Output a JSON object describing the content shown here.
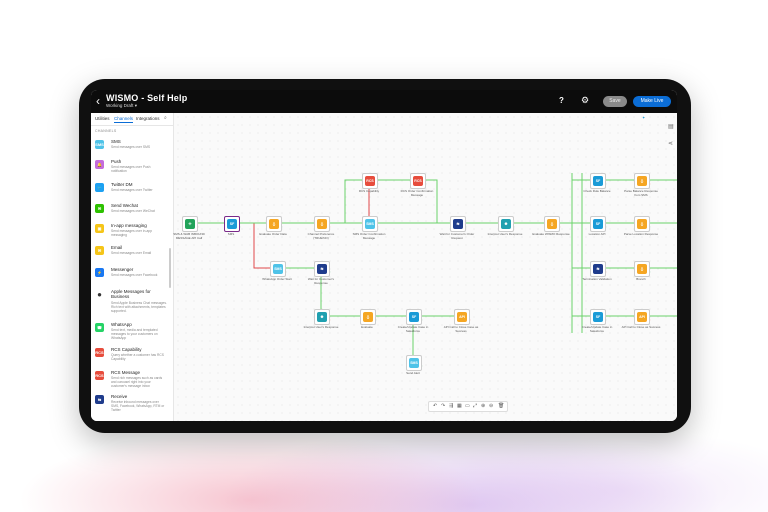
{
  "header": {
    "title": "WISMO - Self Help",
    "subtitle": "Working Draft",
    "save_label": "Save",
    "golive_label": "Make Live"
  },
  "sidebar": {
    "tabs": [
      "Utilities",
      "Channels",
      "Integrations"
    ],
    "active_tab": "Channels",
    "section_label": "CHANNELS",
    "items": [
      {
        "title": "SMS",
        "desc": "Send messages over SMS",
        "icon": "sms-icon",
        "color": "#4fc3e8"
      },
      {
        "title": "Push",
        "desc": "Send messages over Push notification",
        "icon": "bell-icon",
        "color": "#c46cdc"
      },
      {
        "title": "Twitter DM",
        "desc": "Send messages over Twitter",
        "icon": "twitter-icon",
        "color": "#1da1f2"
      },
      {
        "title": "Send Wechat",
        "desc": "Send messages over WeChat",
        "icon": "wechat-icon",
        "color": "#2dc100"
      },
      {
        "title": "In-app messaging",
        "desc": "Send messages over in-app messaging",
        "icon": "inapp-icon",
        "color": "#f5c518"
      },
      {
        "title": "Email",
        "desc": "Send messages over Email",
        "icon": "email-icon",
        "color": "#f5c518"
      },
      {
        "title": "Messenger",
        "desc": "Send messages over Facebook",
        "icon": "messenger-icon",
        "color": "#1877f2"
      },
      {
        "title": "Apple Messages for Business",
        "desc": "Send Apple Business Chat messages. Rich text with attachments, templates supported.",
        "icon": "apple-icon",
        "color": "#333333"
      },
      {
        "title": "WhatsApp",
        "desc": "Send text, media and templated messages to your customers on WhatsApp",
        "icon": "whatsapp-icon",
        "color": "#25d366"
      },
      {
        "title": "RCS Capability",
        "desc": "Query whether a customer has RCS Capability",
        "icon": "rcs-icon",
        "color": "#e74c3c"
      },
      {
        "title": "RCS Message",
        "desc": "Send rich messages such as cards and carousel right into your customer's message inbox",
        "icon": "rcs-icon",
        "color": "#e74c3c"
      },
      {
        "title": "Receive",
        "desc": "Receive inbound messages over SMS, Facebook, WhatsApp, RTM or Twitter",
        "icon": "receive-icon",
        "color": "#1f3c8c"
      }
    ]
  },
  "flow": {
    "nodes": [
      {
        "id": "n1",
        "label": "SMS & WAB INBOUND MESSAGE API Call",
        "color": "#22a35a",
        "glyph": "✣"
      },
      {
        "id": "n2",
        "label": "SMS",
        "color": "#1a9bd7",
        "glyph": "SF"
      },
      {
        "id": "n3",
        "label": "Evaluate Order Data",
        "color": "#f5a623",
        "glyph": "{}"
      },
      {
        "id": "n4",
        "label": "Channel Preference (TRUE/NO)",
        "color": "#f5a623",
        "glyph": "{}"
      },
      {
        "id": "n5",
        "label": "RCS Capability",
        "color": "#e74c3c",
        "glyph": "RCS"
      },
      {
        "id": "n6",
        "label": "RCS Order Confirmation Message",
        "color": "#e74c3c",
        "glyph": "RCS"
      },
      {
        "id": "n7",
        "label": "SMS Order Confirmation Message",
        "color": "#4fc3e8",
        "glyph": "SMS"
      },
      {
        "id": "n8",
        "label": "Wait for Customer's Order Request",
        "color": "#1f3c8c",
        "glyph": "⇆"
      },
      {
        "id": "n9",
        "label": "Interpret User's Response",
        "color": "#20a0b0",
        "glyph": "✺"
      },
      {
        "id": "n10",
        "label": "Evaluate WISMO Response",
        "color": "#f5a623",
        "glyph": "{}"
      },
      {
        "id": "n11",
        "label": "WhatsApp Order Start",
        "color": "#4fc3e8",
        "glyph": "SMS"
      },
      {
        "id": "n12",
        "label": "Wait for Customer's Response",
        "color": "#1f3c8c",
        "glyph": "⇆"
      },
      {
        "id": "n13",
        "label": "Interpret User's Response",
        "color": "#20a0b0",
        "glyph": "✺"
      },
      {
        "id": "n14",
        "label": "Evaluate",
        "color": "#f5a623",
        "glyph": "{}"
      },
      {
        "id": "n15",
        "label": "Create/Update Case in Salesforce",
        "color": "#1a9bd7",
        "glyph": "SF"
      },
      {
        "id": "n16",
        "label": "API Call to Close Case as Success",
        "color": "#f5a623",
        "glyph": "API"
      },
      {
        "id": "n17",
        "label": "Send Alert",
        "color": "#4fc3e8",
        "glyph": "SMS"
      },
      {
        "id": "n18",
        "label": "Check Rule Balance",
        "color": "#1a9bd7",
        "glyph": "SF"
      },
      {
        "id": "n19",
        "label": "Parse Balance Response from SMS",
        "color": "#f5a623",
        "glyph": "{}"
      },
      {
        "id": "n20",
        "label": "Location API",
        "color": "#1a9bd7",
        "glyph": "SF"
      },
      {
        "id": "n21",
        "label": "Parse Location Response",
        "color": "#f5a623",
        "glyph": "{}"
      },
      {
        "id": "n22",
        "label": "Termination Validation",
        "color": "#1f3c8c",
        "glyph": "⇆"
      },
      {
        "id": "n23",
        "label": "Branch",
        "color": "#f5a623",
        "glyph": "{}"
      },
      {
        "id": "n24",
        "label": "Create/Update Case in Salesforce",
        "color": "#1a9bd7",
        "glyph": "SF"
      },
      {
        "id": "n25",
        "label": "API Call to Close as Success",
        "color": "#f5a623",
        "glyph": "API"
      }
    ]
  },
  "canvas_tools": [
    "undo-icon",
    "redo-icon",
    "auto-layout-icon",
    "grid-icon",
    "minimap-icon",
    "fit-icon",
    "zoom-in-icon",
    "zoom-out-icon",
    "delete-icon"
  ]
}
